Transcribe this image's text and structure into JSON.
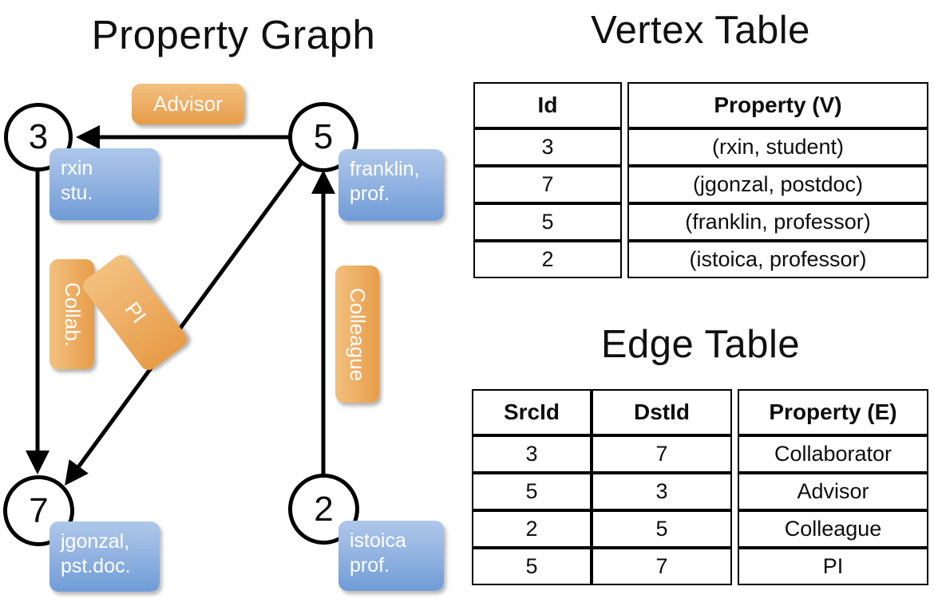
{
  "titles": {
    "property_graph": "Property Graph",
    "vertex_table": "Vertex Table",
    "edge_table": "Edge Table"
  },
  "colors": {
    "vertex_property_fill": "#d5e0f2",
    "edge_property_fill": "#f6dfc5",
    "node_callout_blue": "#9bb9e4",
    "edge_label_orange": "#eeb068",
    "stroke": "#000000"
  },
  "graph": {
    "nodes": [
      {
        "id": "3",
        "prop_lines": [
          "rxin",
          "stu."
        ]
      },
      {
        "id": "5",
        "prop_lines": [
          "franklin,",
          "prof."
        ]
      },
      {
        "id": "7",
        "prop_lines": [
          "jgonzal,",
          "pst.doc."
        ]
      },
      {
        "id": "2",
        "prop_lines": [
          "istoica",
          "prof."
        ]
      }
    ],
    "edge_labels": [
      {
        "name": "advisor",
        "text": "Advisor"
      },
      {
        "name": "collab",
        "text": "Collab."
      },
      {
        "name": "pi",
        "text": "PI"
      },
      {
        "name": "colleague",
        "text": "Colleague"
      }
    ],
    "edges": [
      {
        "src": "5",
        "dst": "3",
        "label": "Advisor"
      },
      {
        "src": "3",
        "dst": "7",
        "label": "Collab."
      },
      {
        "src": "5",
        "dst": "7",
        "label": "PI"
      },
      {
        "src": "2",
        "dst": "5",
        "label": "Colleague"
      }
    ]
  },
  "vertex_table": {
    "headers": [
      "Id",
      "Property (V)"
    ],
    "rows": [
      {
        "id": "3",
        "property": "(rxin, student)"
      },
      {
        "id": "7",
        "property": "(jgonzal, postdoc)"
      },
      {
        "id": "5",
        "property": "(franklin, professor)"
      },
      {
        "id": "2",
        "property": "(istoica, professor)"
      }
    ]
  },
  "edge_table": {
    "headers": [
      "SrcId",
      "DstId",
      "Property (E)"
    ],
    "rows": [
      {
        "src": "3",
        "dst": "7",
        "property": "Collaborator"
      },
      {
        "src": "5",
        "dst": "3",
        "property": "Advisor"
      },
      {
        "src": "2",
        "dst": "5",
        "property": "Colleague"
      },
      {
        "src": "5",
        "dst": "7",
        "property": "PI"
      }
    ]
  }
}
